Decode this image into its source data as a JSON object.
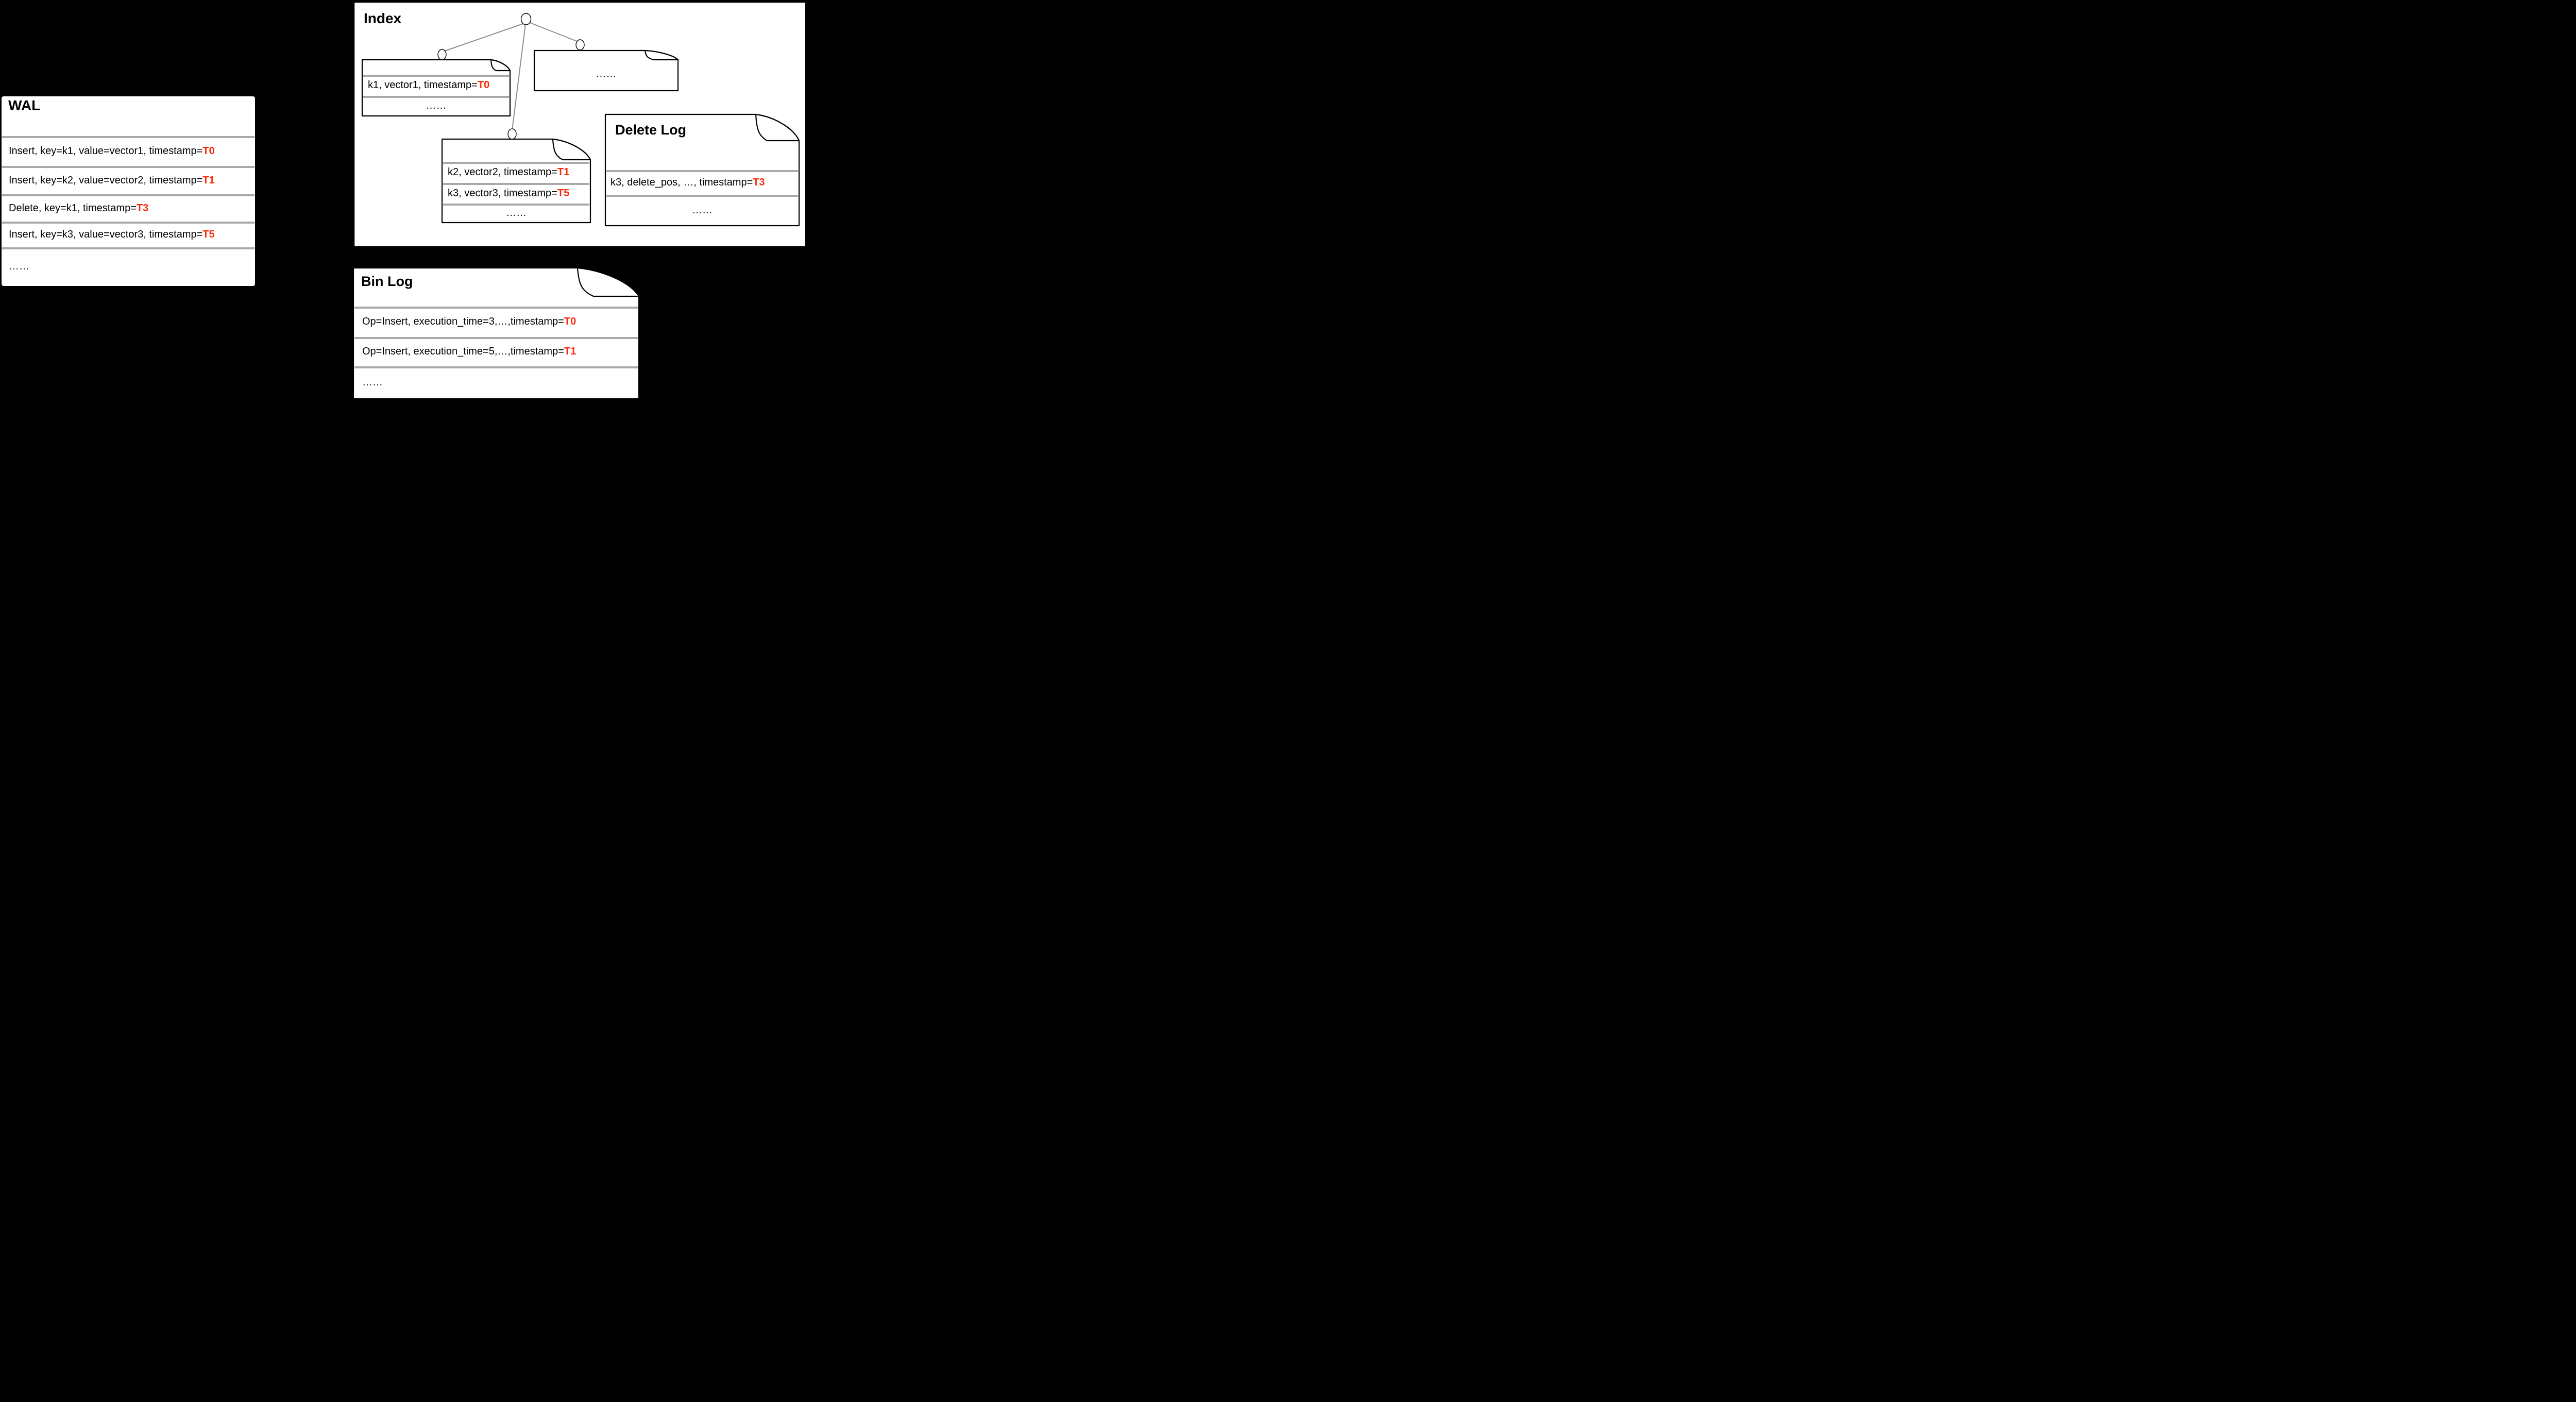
{
  "colors": {
    "background": "#000000",
    "panel_fill": "#FFFFFF",
    "outline": "#000000",
    "accent_red": "#FB2B0D",
    "divider_gray": "#A9A9A9",
    "tree_edge_gray": "#8E8E8E"
  },
  "wal": {
    "title": "WAL",
    "rows": [
      {
        "prefix": "Insert, key=k1, value=vector1, timestamp=",
        "ts": "T0"
      },
      {
        "prefix": "Insert, key=k2, value=vector2, timestamp=",
        "ts": "T1"
      },
      {
        "prefix": "Delete, key=k1, timestamp=",
        "ts": "T3"
      },
      {
        "prefix": "Insert, key=k3, value=vector3, timestamp=",
        "ts": "T5"
      },
      {
        "prefix": "……",
        "ts": ""
      }
    ]
  },
  "index": {
    "title": "Index",
    "segment_left": {
      "rows": [
        {
          "prefix": "k1, vector1, timestamp=",
          "ts": "T0"
        }
      ],
      "more": "……"
    },
    "segment_right": {
      "more": "……"
    },
    "segment_mid": {
      "rows": [
        {
          "prefix": "k2, vector2, timestamp=",
          "ts": "T1"
        },
        {
          "prefix": "k3, vector3, timestamp=",
          "ts": "T5"
        }
      ],
      "more": "……"
    }
  },
  "delete_log": {
    "title": "Delete Log",
    "rows": [
      {
        "prefix": "k3, delete_pos, …, timestamp=",
        "ts": "T3"
      }
    ],
    "more": "……"
  },
  "bin_log": {
    "title": "Bin Log",
    "rows": [
      {
        "prefix": "Op=Insert, execution_time=3,…,timestamp=",
        "ts": "T0"
      },
      {
        "prefix": "Op=Insert, execution_time=5,…,timestamp=",
        "ts": "T1"
      }
    ],
    "more": "……"
  }
}
